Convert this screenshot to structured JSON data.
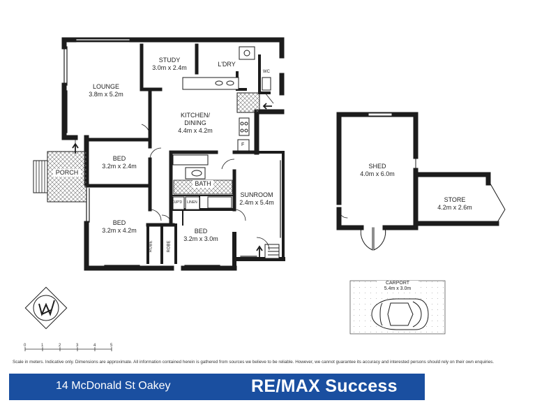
{
  "rooms": {
    "lounge": {
      "name": "LOUNGE",
      "size": "3.8m x 5.2m"
    },
    "study": {
      "name": "STUDY",
      "size": "3.0m x 2.4m"
    },
    "laundry": {
      "name": "L'DRY"
    },
    "kitchen": {
      "name_line1": "KITCHEN/",
      "name_line2": "DINING",
      "size": "4.4m x 4.2m"
    },
    "bed1": {
      "name": "BED",
      "size": "3.2m x 2.4m"
    },
    "porch": {
      "name": "PORCH"
    },
    "bath": {
      "name": "BATH"
    },
    "sunroom": {
      "name": "SUNROOM",
      "size": "2.4m x 5.4m"
    },
    "bed2": {
      "name": "BED",
      "size": "3.2m x 4.2m"
    },
    "bed3": {
      "name": "BED",
      "size": "3.2m x 3.0m"
    },
    "shed": {
      "name": "SHED",
      "size": "4.0m x 6.0m"
    },
    "store": {
      "name": "STORE",
      "size": "4.2m x 2.6m"
    },
    "carport": {
      "name": "CARPORT",
      "size": "5.4m x 3.0m"
    }
  },
  "fixtures": {
    "wc": "WC",
    "fridge": "F",
    "cupboard": "CUP'D",
    "linen": "LINEN",
    "robe1": "ROBE",
    "robe2": "ROBE"
  },
  "scale": {
    "ticks": [
      "0",
      "1",
      "2",
      "3",
      "4",
      "5"
    ]
  },
  "disclaimer": "Scale in meters. Indicative only. Dimensions are approximate. All information contained herein is gathered from sources we believe to be reliable. However, we cannot guarantee its accuracy and interested persons should rely on their own enquiries.",
  "footer": {
    "address": "14 McDonald St Oakey",
    "brand": "RE/MAX Success"
  },
  "colors": {
    "brand_blue": "#1a4fa0",
    "wall": "#1c1c1c"
  },
  "icons": {
    "north": "north-arrow-icon",
    "car": "car-icon"
  }
}
